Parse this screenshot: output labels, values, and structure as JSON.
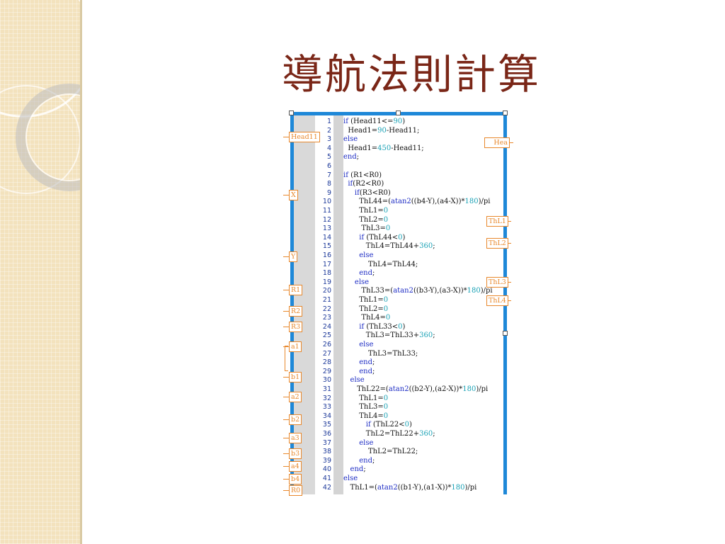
{
  "title": "導航法則計算",
  "colors": {
    "title": "#7a2617",
    "frame": "#1e88d8",
    "port": "#e8882c",
    "keyword": "#1d2cc4",
    "number": "#19a1b5"
  },
  "inputs": [
    "Head11",
    "X",
    "Y",
    "R1",
    "R2",
    "R3",
    "a1",
    "b1",
    "a2",
    "b2",
    "a3",
    "b3",
    "a4",
    "b4",
    "R0"
  ],
  "outputs": [
    "Hea",
    "ThL1",
    "ThL2",
    "ThL3",
    "ThL4"
  ],
  "code_lines": [
    [
      [
        "if",
        "kw"
      ],
      [
        " (Head11<=",
        ""
      ],
      [
        "90",
        "num"
      ],
      [
        ")",
        ""
      ]
    ],
    [
      [
        "  Head1=",
        ""
      ],
      [
        "90",
        "num"
      ],
      [
        "-Head11;",
        ""
      ]
    ],
    [
      [
        "else",
        "kw"
      ]
    ],
    [
      [
        "  Head1=",
        ""
      ],
      [
        "450",
        "num"
      ],
      [
        "-Head11;",
        ""
      ]
    ],
    [
      [
        "end",
        "kw"
      ],
      [
        ";",
        ""
      ]
    ],
    [],
    [
      [
        "if",
        "kw"
      ],
      [
        " (R1<R0)",
        ""
      ]
    ],
    [
      [
        "  ",
        ""
      ],
      [
        "if",
        "kw"
      ],
      [
        "(R2<R0)",
        ""
      ]
    ],
    [
      [
        "     ",
        ""
      ],
      [
        "if",
        "kw"
      ],
      [
        "(R3<R0)",
        ""
      ]
    ],
    [
      [
        "       ThL44=(",
        ""
      ],
      [
        "atan2",
        "kw"
      ],
      [
        "((b4-Y),(a4-X))*",
        ""
      ],
      [
        "180",
        "num"
      ],
      [
        ")/pi",
        ""
      ]
    ],
    [
      [
        "       ThL1=",
        ""
      ],
      [
        "0",
        "num"
      ]
    ],
    [
      [
        "       ThL2=",
        ""
      ],
      [
        "0",
        "num"
      ]
    ],
    [
      [
        "        ThL3=",
        ""
      ],
      [
        "0",
        "num"
      ]
    ],
    [
      [
        "       ",
        ""
      ],
      [
        "if",
        "kw"
      ],
      [
        " (ThL44<",
        ""
      ],
      [
        "0",
        "num"
      ],
      [
        ")",
        ""
      ]
    ],
    [
      [
        "          ThL4=ThL44+",
        ""
      ],
      [
        "360",
        "num"
      ],
      [
        ";",
        ""
      ]
    ],
    [
      [
        "       ",
        ""
      ],
      [
        "else",
        "kw"
      ]
    ],
    [
      [
        "           ThL4=ThL44;",
        ""
      ]
    ],
    [
      [
        "       ",
        ""
      ],
      [
        "end",
        "kw"
      ],
      [
        ";",
        ""
      ]
    ],
    [
      [
        "     ",
        ""
      ],
      [
        "else",
        "kw"
      ]
    ],
    [
      [
        "        ThL33=(",
        ""
      ],
      [
        "atan2",
        "kw"
      ],
      [
        "((b3-Y),(a3-X))*",
        ""
      ],
      [
        "180",
        "num"
      ],
      [
        ")/pi",
        ""
      ]
    ],
    [
      [
        "       ThL1=",
        ""
      ],
      [
        "0",
        "num"
      ]
    ],
    [
      [
        "       ThL2=",
        ""
      ],
      [
        "0",
        "num"
      ]
    ],
    [
      [
        "        ThL4=",
        ""
      ],
      [
        "0",
        "num"
      ]
    ],
    [
      [
        "       ",
        ""
      ],
      [
        "if",
        "kw"
      ],
      [
        " (ThL33<",
        ""
      ],
      [
        "0",
        "num"
      ],
      [
        ")",
        ""
      ]
    ],
    [
      [
        "          ThL3=ThL33+",
        ""
      ],
      [
        "360",
        "num"
      ],
      [
        ";",
        ""
      ]
    ],
    [
      [
        "       ",
        ""
      ],
      [
        "else",
        "kw"
      ]
    ],
    [
      [
        "           ThL3=ThL33;",
        ""
      ]
    ],
    [
      [
        "       ",
        ""
      ],
      [
        "end",
        "kw"
      ],
      [
        ";",
        ""
      ]
    ],
    [
      [
        "       ",
        ""
      ],
      [
        "end",
        "kw"
      ],
      [
        ";",
        ""
      ]
    ],
    [
      [
        "   ",
        ""
      ],
      [
        "else",
        "kw"
      ]
    ],
    [
      [
        "      ThL22=(",
        ""
      ],
      [
        "atan2",
        "kw"
      ],
      [
        "((b2-Y),(a2-X))*",
        ""
      ],
      [
        "180",
        "num"
      ],
      [
        ")/pi",
        ""
      ]
    ],
    [
      [
        "       ThL1=",
        ""
      ],
      [
        "0",
        "num"
      ]
    ],
    [
      [
        "       ThL3=",
        ""
      ],
      [
        "0",
        "num"
      ]
    ],
    [
      [
        "       ThL4=",
        ""
      ],
      [
        "0",
        "num"
      ]
    ],
    [
      [
        "          ",
        ""
      ],
      [
        "if",
        "kw"
      ],
      [
        " (ThL22<",
        ""
      ],
      [
        "0",
        "num"
      ],
      [
        ")",
        ""
      ]
    ],
    [
      [
        "          ThL2=ThL22+",
        ""
      ],
      [
        "360",
        "num"
      ],
      [
        ";",
        ""
      ]
    ],
    [
      [
        "       ",
        ""
      ],
      [
        "else",
        "kw"
      ]
    ],
    [
      [
        "           ThL2=ThL22;",
        ""
      ]
    ],
    [
      [
        "       ",
        ""
      ],
      [
        "end",
        "kw"
      ],
      [
        ";",
        ""
      ]
    ],
    [
      [
        "   ",
        ""
      ],
      [
        "end",
        "kw"
      ],
      [
        ";",
        ""
      ]
    ],
    [
      [
        "else",
        "kw"
      ]
    ],
    [
      [
        "   ThL1=(",
        ""
      ],
      [
        "atan2",
        "kw"
      ],
      [
        "((b1-Y),(a1-X))*",
        ""
      ],
      [
        "180",
        "num"
      ],
      [
        ")/pi",
        ""
      ]
    ]
  ]
}
